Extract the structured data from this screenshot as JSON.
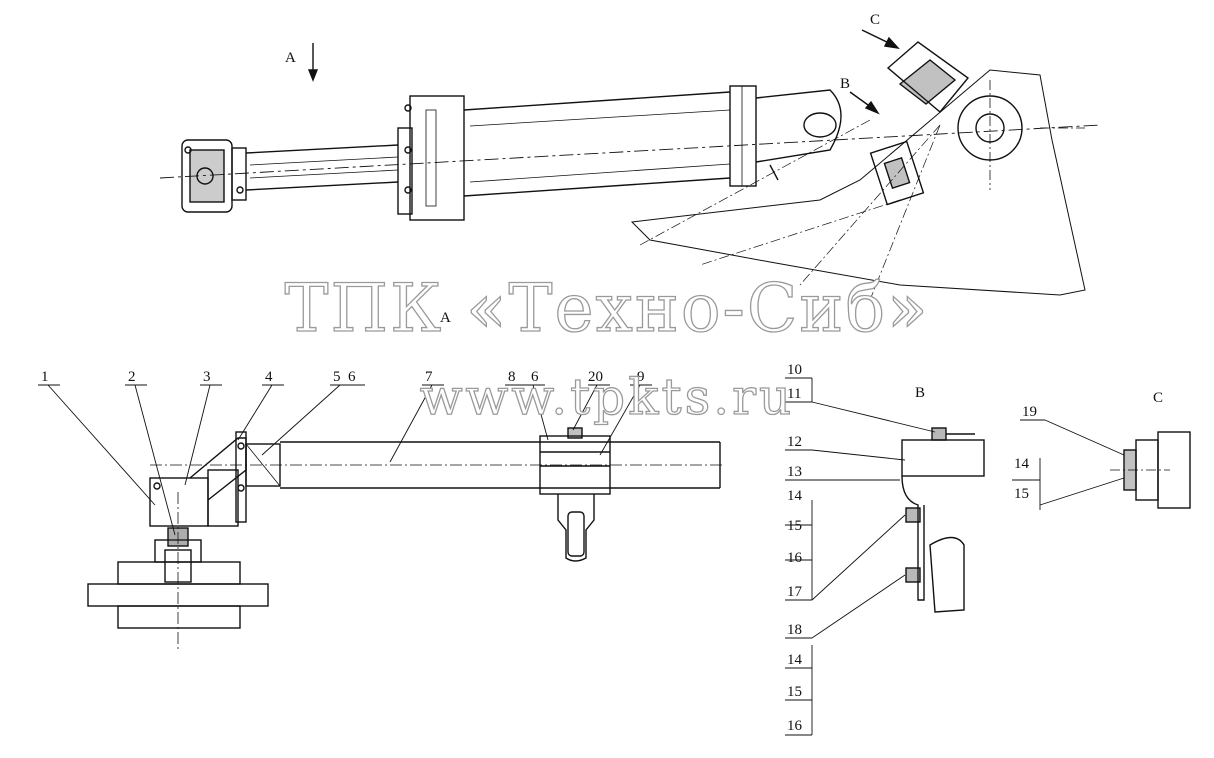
{
  "view_labels": {
    "a_arrow": "A",
    "b_arrow": "B",
    "c_arrow": "C",
    "a_view": "A",
    "b_view": "B",
    "c_view": "C"
  },
  "callouts": {
    "view_a": [
      "1",
      "2",
      "3",
      "4",
      "5",
      "6",
      "7",
      "8",
      "6",
      "20",
      "9"
    ],
    "view_b": [
      "10",
      "11",
      "12",
      "13",
      "14",
      "15",
      "16",
      "17",
      "18",
      "14",
      "15",
      "16"
    ],
    "view_c": [
      "19",
      "14",
      "15"
    ]
  },
  "watermark": {
    "company": "ТПК «Техно-Сиб»",
    "site": "www.tpkts.ru"
  }
}
